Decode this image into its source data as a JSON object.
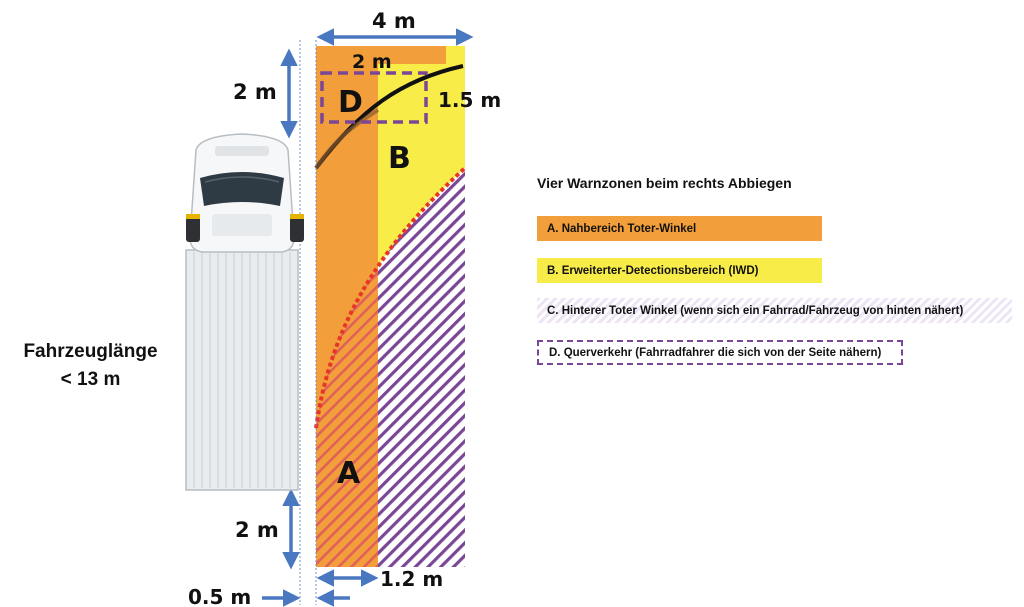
{
  "dimensions": {
    "width_4m": "4 m",
    "width_2m": "2 m",
    "front_2m": "2 m",
    "curve_1_5m": "1.5 m",
    "rear_2m": "2 m",
    "offset_0_5m": "0.5 m",
    "zone_a_1_2m": "1.2 m"
  },
  "zones": {
    "a_label": "A",
    "b_label": "B",
    "d_label": "D"
  },
  "vehicle": {
    "length_line1": "Fahrzeuglänge",
    "length_line2": "< 13 m"
  },
  "legend": {
    "title": "Vier Warnzonen beim rechts Abbiegen",
    "item_a": "A. Nahbereich Toter-Winkel",
    "item_b": "B. Erweiterter-Detectionsbereich (IWD)",
    "item_c": "C. Hinterer Toter Winkel (wenn sich ein Fahrrad/Fahrzeug von hinten nähert)",
    "item_d": "D. Querverkehr (Fahrradfahrer die sich von der Seite nähern)"
  },
  "colors": {
    "zone_a": "#f29e3a",
    "zone_b": "#f8ec48",
    "zone_c_hatch": "#7a4796",
    "arrow_blue": "#4a78c0",
    "zone_d_border": "#7a4796",
    "boundary_red": "#e8352a"
  }
}
